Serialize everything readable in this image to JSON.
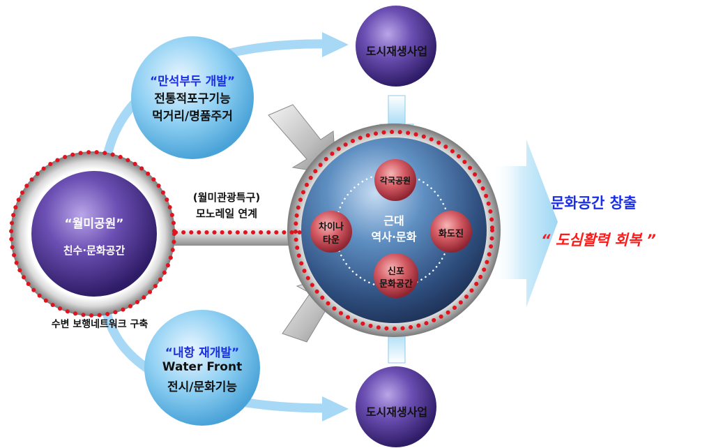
{
  "urban_regen_top": "도시재생사업",
  "urban_regen_bottom": "도시재생사업",
  "mansuk": {
    "title": "“만석부두 개발”",
    "line1": "전통적포구기능",
    "line2": "먹거리/명품주거"
  },
  "wolmi": {
    "title": "“월미공원”",
    "subtitle": "친수·문화공간"
  },
  "tourism": {
    "line1": "(월미관광특구)",
    "line2": "모노레일 연계"
  },
  "waterside": "수변 보행네트워크 구축",
  "naehang": {
    "title": "“내항 재개발”",
    "line1": "Water Front",
    "line2": "전시/문화기능"
  },
  "center": {
    "line1": "근대",
    "line2": "역사·문화"
  },
  "nodes": {
    "top": "각국공원",
    "left_line1": "차이나",
    "left_line2": "타운",
    "right": "화도진",
    "bottom_line1": "신포",
    "bottom_line2": "문화공간"
  },
  "result": {
    "line1": "문화공간 창출",
    "line2": "“ 도심활력 회복 ”"
  },
  "colors": {
    "blue_text": "#1a2ee6",
    "red_text": "#ff1a1a",
    "dots": "#e0141e"
  }
}
